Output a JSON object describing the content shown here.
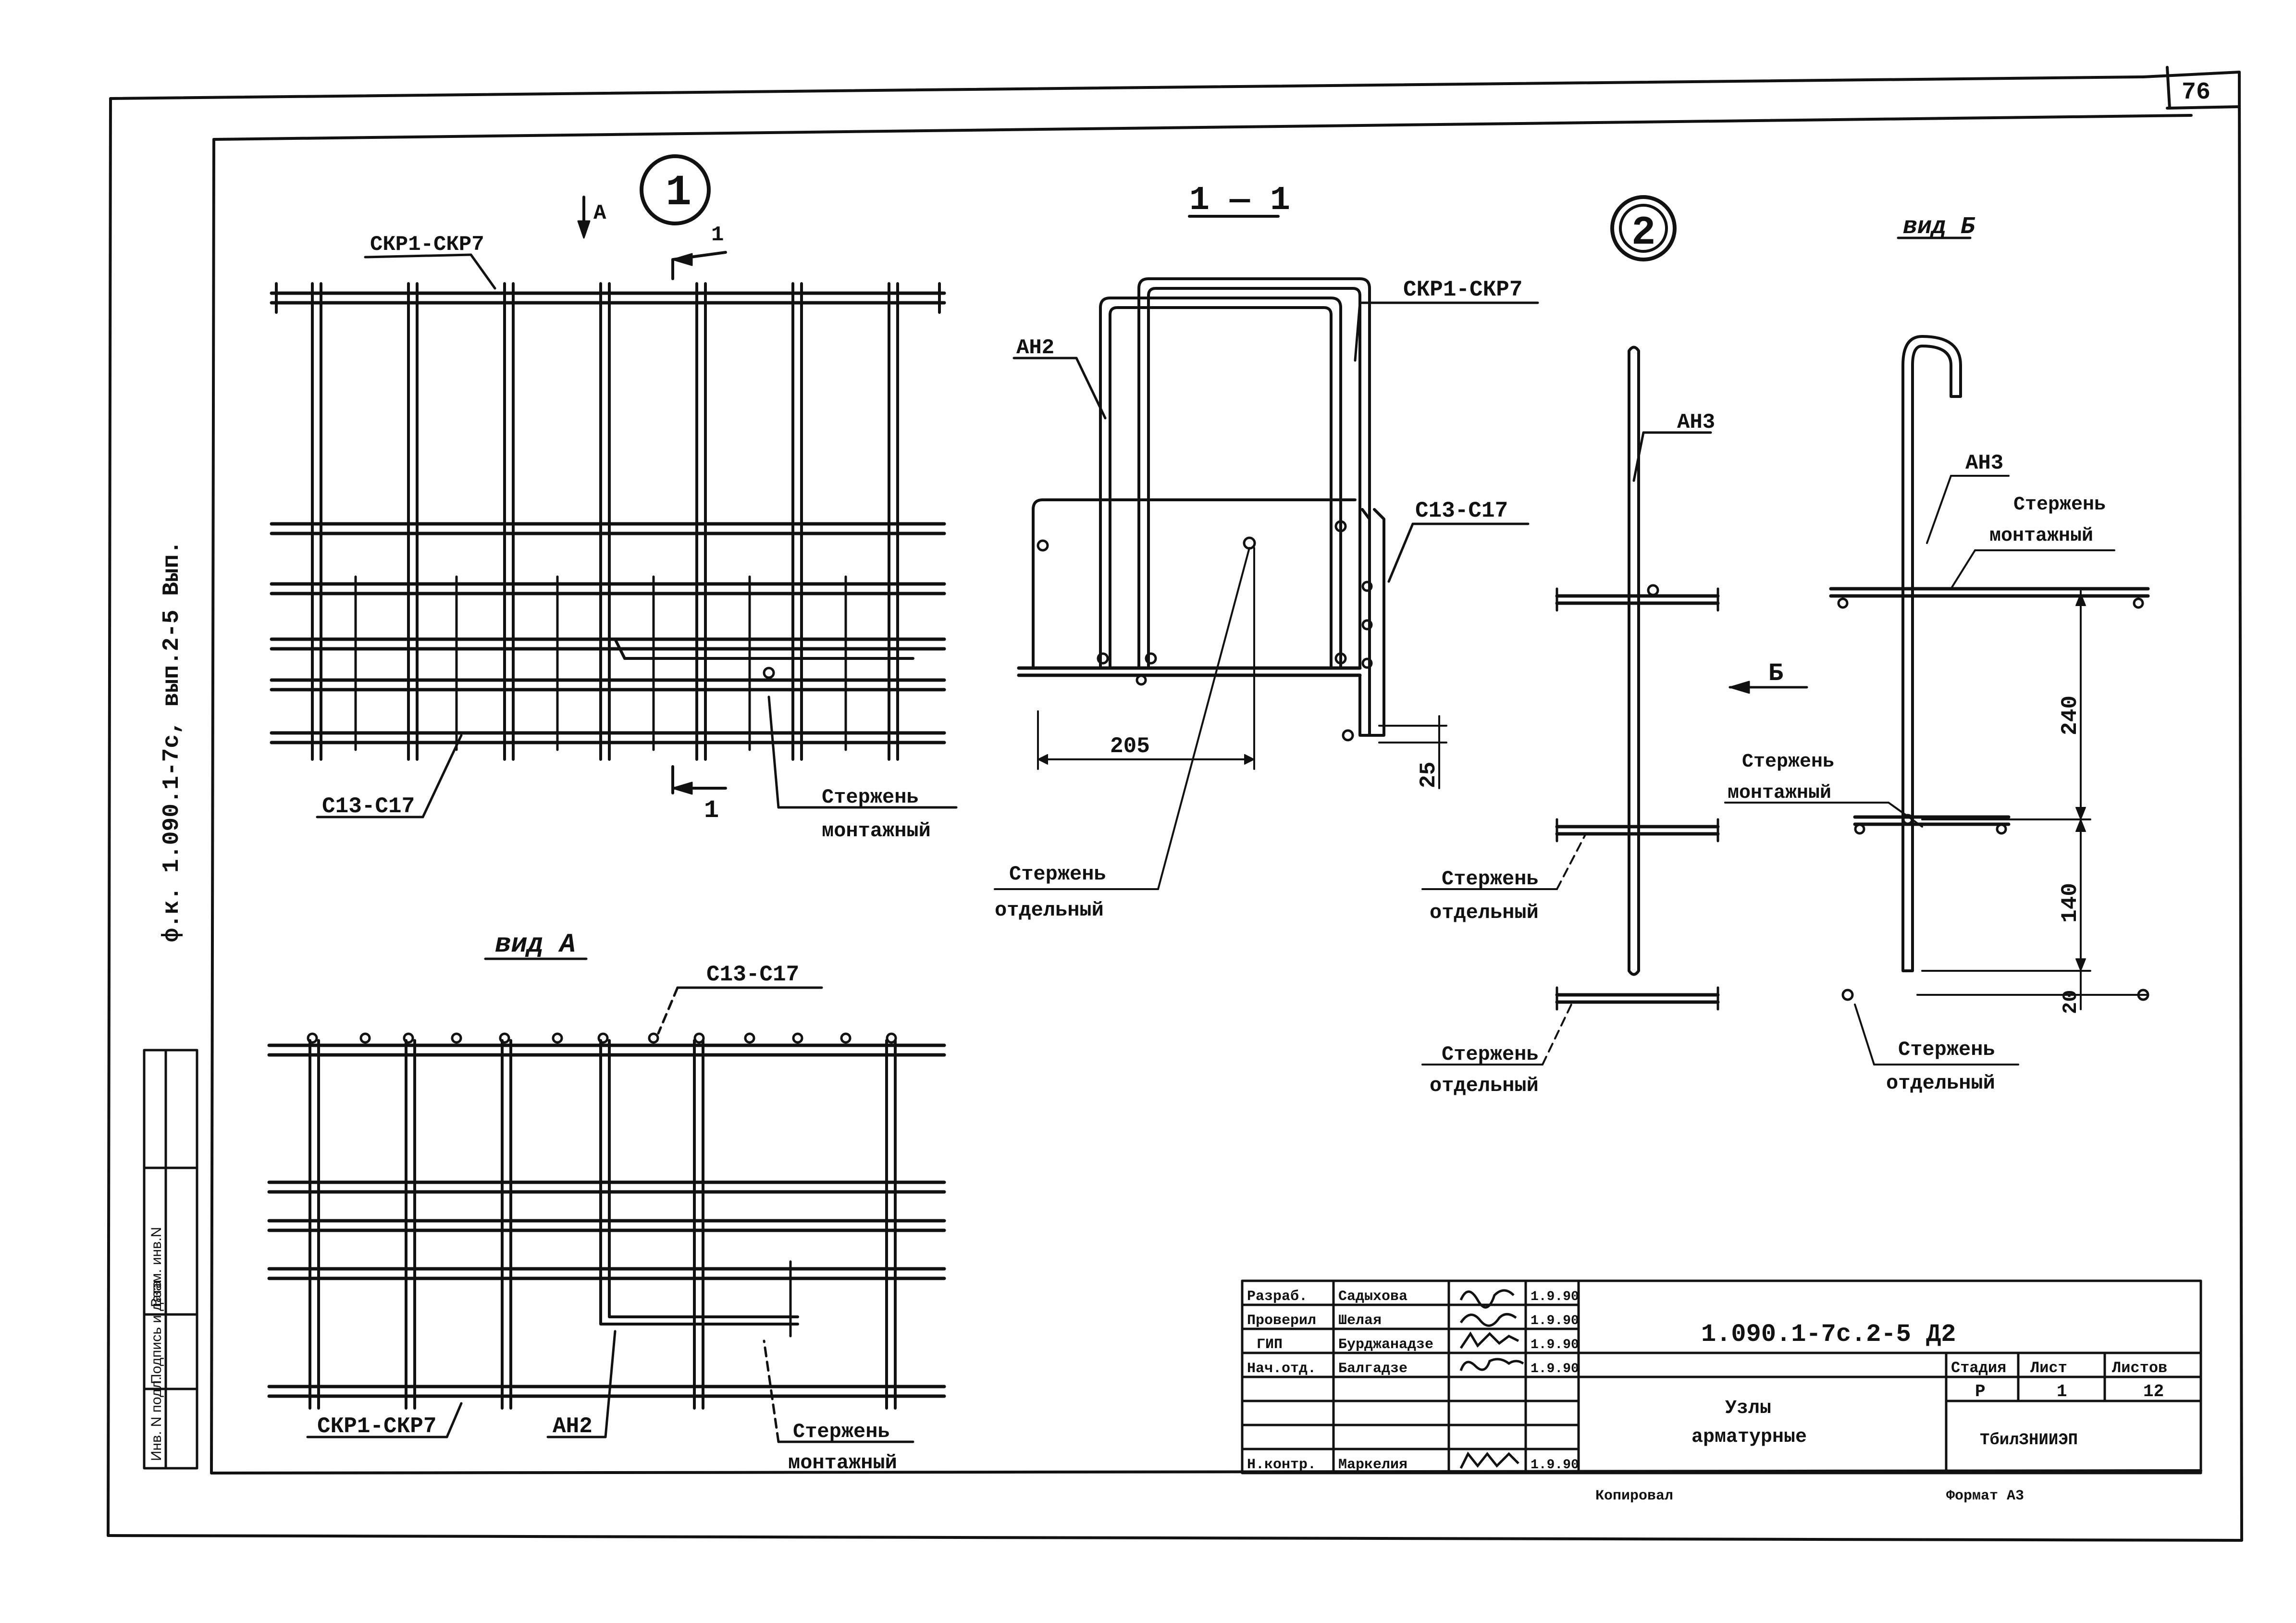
{
  "sheet_number": "76",
  "side_text": {
    "album": "ф.к. 1.090.1-7с, вып.2-5 Вып.",
    "inv_fields": [
      "Инв. N подл.",
      "Подпись и дата",
      "Взам. инв.N"
    ]
  },
  "node1": {
    "marker": "1",
    "view_arrow": "А",
    "section_mark_top": "1",
    "section_mark_bottom": "1",
    "label_top_mesh": "СКР1-СКР7",
    "label_bottom_mesh": "С13-С17",
    "label_mounting_line1": "Стержень",
    "label_mounting_line2": "монтажный"
  },
  "view_a": {
    "title": "вид А",
    "label_top": "С13-С17",
    "label_mesh": "СКР1-СКР7",
    "label_an": "АН2",
    "label_mounting_line1": "Стержень",
    "label_mounting_line2": "монтажный"
  },
  "section_1_1": {
    "title": "1 — 1",
    "label_an": "АН2",
    "label_mesh": "СКР1-СКР7",
    "label_c": "С13-С17",
    "dim_width": "205",
    "dim_height": "25",
    "label_rod_line1": "Стержень",
    "label_rod_line2": "отдельный"
  },
  "node2": {
    "marker": "2",
    "label_an": "АН3",
    "arrow_label": "Б",
    "label_mounting_line1": "Стержень",
    "label_mounting_line2": "монтажный",
    "label_rod1_line1": "Стержень",
    "label_rod1_line2": "отдельный",
    "label_rod2_line1": "Стержень",
    "label_rod2_line2": "отдельный"
  },
  "view_b": {
    "title": "вид Б",
    "label_an": "АН3",
    "label_mounting_line1": "Стержень",
    "label_mounting_line2": "монтажный",
    "dim_240": "240",
    "dim_140": "140",
    "dim_20": "20",
    "label_rod_line1": "Стержень",
    "label_rod_line2": "отдельный"
  },
  "title_block": {
    "roles": [
      "Разраб.",
      "Проверил",
      "ГИП",
      "Нач.отд.",
      "",
      "",
      "Н.контр."
    ],
    "names": [
      "Садыхова",
      "Шелая",
      "Бурджанадзе",
      "Балгадзе",
      "",
      "",
      "Маркелия"
    ],
    "dates": [
      "1.9.90",
      "1.9.90",
      "1.9.90",
      "1.9.90",
      "",
      "",
      "1.9.90"
    ],
    "document_code": "1.090.1-7с.2-5 Д2",
    "drawing_title_line1": "Узлы",
    "drawing_title_line2": "арматурные",
    "stage_header": "Стадия",
    "sheet_header": "Лист",
    "sheets_header": "Листов",
    "stage": "Р",
    "sheet": "1",
    "sheets": "12",
    "organization": "ТбилЗНИИЭП",
    "copied": "Копировал",
    "format": "Формат А3"
  },
  "colors": {
    "ink": "#111111",
    "paper": "#ffffff"
  }
}
